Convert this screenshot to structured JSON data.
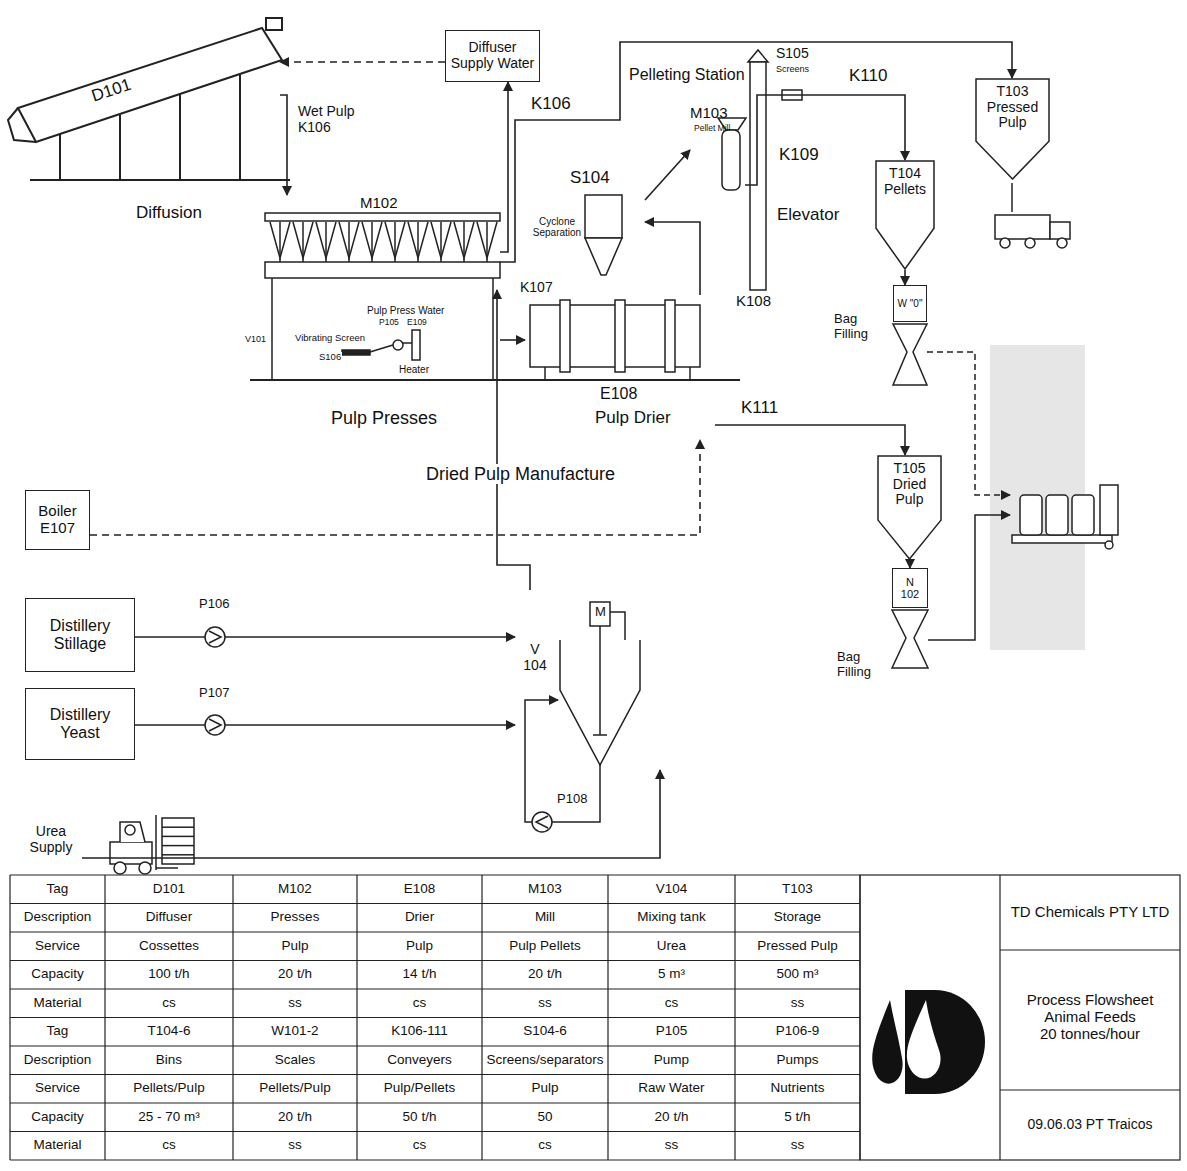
{
  "diagram": {
    "nodes": [
      {
        "text": [
          "Diffuser Supply Water"
        ]
      },
      {
        "text": [
          "D101"
        ]
      },
      {
        "text": [
          "M102"
        ]
      },
      {
        "text": [
          "S104",
          "Cyclone Separation"
        ]
      },
      {
        "text": [
          "M103",
          "Pellet Mill"
        ]
      },
      {
        "text": [
          "T103",
          "Pressed Pulp"
        ]
      },
      {
        "text": [
          "T104",
          "Pellets"
        ]
      },
      {
        "text": [
          "W \"0\""
        ]
      },
      {
        "text": [
          "E108",
          "Pulp Drier"
        ]
      },
      {
        "text": [
          "T105",
          "Dried Pulp"
        ]
      },
      {
        "text": [
          "N 102"
        ]
      },
      {
        "text": [
          "Boiler E107"
        ]
      },
      {
        "text": [
          "Distillery Stillage"
        ]
      },
      {
        "text": [
          "Distillery Yeast"
        ]
      },
      {
        "text": [
          "V 104"
        ]
      },
      {
        "text": [
          "Urea Supply"
        ]
      },
      {
        "text": [
          "TD Chemicals PTY LTD"
        ]
      },
      {
        "text": [
          "Process Flowsheet",
          "Animal Feeds",
          "20 tonnes/hour"
        ]
      },
      {
        "text": [
          "09.06.03 PT Traicos"
        ]
      }
    ],
    "edges": [
      {
        "from": 0,
        "to": 1,
        "arrow": "to"
      },
      {
        "from": 1,
        "to": 2,
        "label": "Wet Pulp K106",
        "arrow": "to"
      },
      {
        "from": 2,
        "to": 5,
        "label": "K106",
        "arrow": "to"
      },
      {
        "from": 2,
        "to": 0,
        "arrow": "to"
      },
      {
        "from": 2,
        "to": 8,
        "label": "K107",
        "arrow": "to"
      },
      {
        "from": 8,
        "to": 3,
        "arrow": "to"
      },
      {
        "from": 3,
        "to": 4,
        "arrow": "to"
      },
      {
        "from": 4,
        "to": 6,
        "arrow": "to"
      },
      {
        "from": 6,
        "to": 7,
        "arrow": "to"
      },
      {
        "from": 8,
        "to": 9,
        "label": "K111",
        "arrow": "to"
      },
      {
        "from": 9,
        "to": 10,
        "arrow": "to"
      },
      {
        "from": 11,
        "to": 8,
        "arrow": "to"
      },
      {
        "from": 12,
        "to": 14,
        "arrow": "to"
      },
      {
        "from": 13,
        "to": 14,
        "arrow": "to"
      },
      {
        "from": 15,
        "to": 14,
        "arrow": "to"
      },
      {
        "from": 14,
        "to": 2,
        "arrow": "to"
      }
    ],
    "labels": [
      "Diffusion",
      "Pelleting Station",
      "S105",
      "Screens",
      "K110",
      "K109",
      "Elevator",
      "K108",
      "Pulp Press Water",
      "P105",
      "E109",
      "Vibrating Screen",
      "S106",
      "V101",
      "Heater",
      "Pulp Presses",
      "Dried Pulp Manufacture",
      "Bag Filling",
      "Bag Filling",
      "P106",
      "P107",
      "P108",
      "M",
      "Tag",
      "D101",
      "M102",
      "E108",
      "M103",
      "V104",
      "T103",
      "Description",
      "Diffuser",
      "Presses",
      "Drier",
      "Mill",
      "Mixing tank",
      "Storage",
      "Service",
      "Cossettes",
      "Pulp",
      "Pulp",
      "Pulp Pellets",
      "Urea",
      "Pressed Pulp",
      "Capacity",
      "100 t/h",
      "20 t/h",
      "14 t/h",
      "20 t/h",
      "5 m³",
      "500 m³",
      "Material",
      "cs",
      "ss",
      "cs",
      "ss",
      "cs",
      "ss",
      "Tag",
      "T104-6",
      "W101-2",
      "K106-111",
      "S104-6",
      "P105",
      "P106-9",
      "Description",
      "Bins",
      "Scales",
      "Conveyers",
      "Screens/separators",
      "Pump",
      "Pumps",
      "Service",
      "Pellets/Pulp",
      "Pellets/Pulp",
      "Pulp/Pellets",
      "Pulp",
      "Raw Water",
      "Nutrients",
      "Capacity",
      "25 - 70 m³",
      "20 t/h",
      "50 t/h",
      "50",
      "20 t/h",
      "5 t/h",
      "Material",
      "cs",
      "ss",
      "cs",
      "cs",
      "ss",
      "ss"
    ]
  }
}
